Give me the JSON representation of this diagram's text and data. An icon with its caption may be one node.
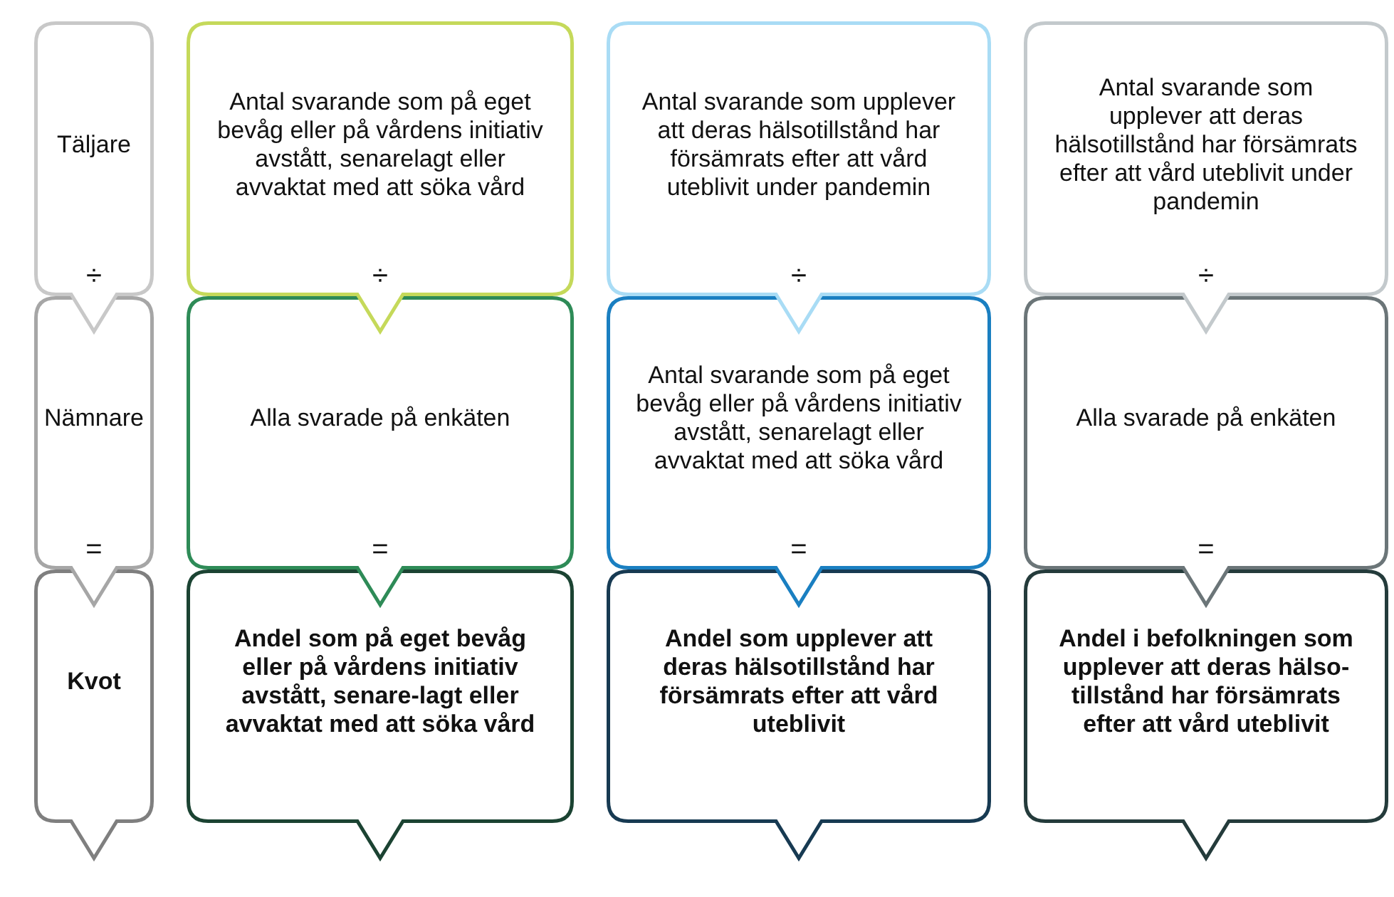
{
  "diagram": {
    "nodes": [
      {
        "text": [
          "Täljare"
        ]
      },
      {
        "text": [
          "Antal svarande som på eget bevåg eller på vårdens initiativ avstått, senarelagt eller avvaktat med att söka vård"
        ]
      },
      {
        "text": [
          "Antal svarande som upplever att deras hälsotillstånd har försämrats efter att vård uteblivit under pandemin"
        ]
      },
      {
        "text": [
          "Antal svarande som upplever att deras hälsotillstånd har försämrats efter att vård uteblivit under pandemin"
        ]
      },
      {
        "text": [
          "Nämnare"
        ]
      },
      {
        "text": [
          "Alla svarade på enkäten"
        ]
      },
      {
        "text": [
          "Antal svarande som på eget bevåg eller på vårdens initiativ avstått, senarelagt eller avvaktat med att söka vård"
        ]
      },
      {
        "text": [
          "Alla svarade på enkäten"
        ]
      },
      {
        "text": [
          "Kvot"
        ]
      },
      {
        "text": [
          "Andel som på eget bevåg eller på vårdens initiativ avstått, senare-lagt eller avvaktat med att söka vård"
        ]
      },
      {
        "text": [
          "Andel som upplever att deras hälsotillstånd har försämrats efter att vård uteblivit"
        ]
      },
      {
        "text": [
          "Andel i befolkningen som upplever att deras hälso-tillstånd har försämrats efter att vård uteblivit"
        ]
      }
    ],
    "labels": [
      "÷",
      "÷",
      "÷",
      "÷",
      "=",
      "=",
      "=",
      "="
    ]
  }
}
